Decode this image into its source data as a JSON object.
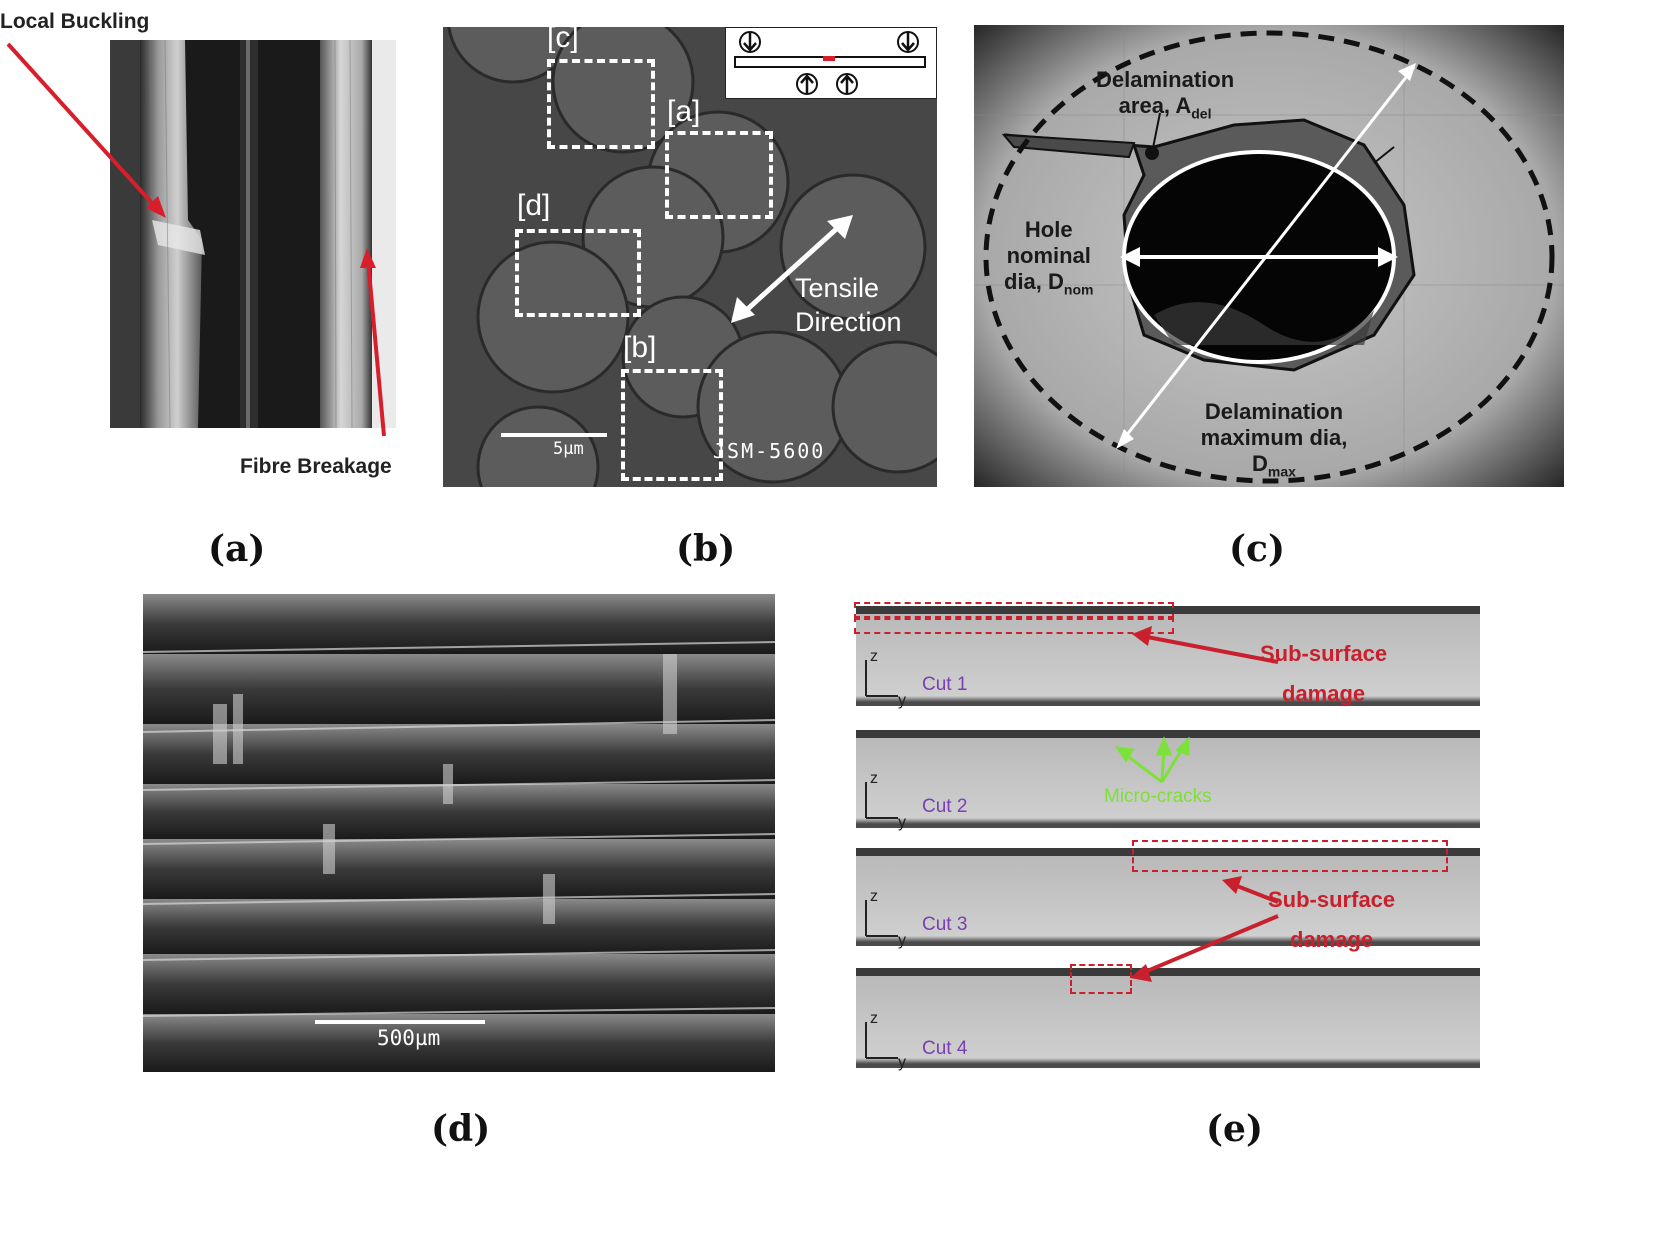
{
  "panels": {
    "a": {
      "label": "(a)",
      "annotations": {
        "local_buckling": "Local Buckling",
        "fibre_breakage": "Fibre Breakage"
      }
    },
    "b": {
      "label": "(b)",
      "boxes": [
        "[c]",
        "[a]",
        "[d]",
        "[b]"
      ],
      "tensile_line1": "Tensile",
      "tensile_line2": "Direction",
      "scale": "5µm",
      "instrument": "JSM-5600"
    },
    "c": {
      "label": "(c)",
      "delam_area_line1": "Delamination",
      "delam_area_line2": "area, A",
      "delam_area_sub": "del",
      "hole_line1": "Hole",
      "hole_line2": "nominal",
      "hole_line3": "dia, D",
      "hole_sub": "nom",
      "delam_max_line1": "Delamination",
      "delam_max_line2": "maximum dia,",
      "delam_max_line3": "D",
      "delam_max_sub": "max"
    },
    "d": {
      "label": "(d)",
      "scale": "500µm"
    },
    "e": {
      "label": "(e)",
      "cuts": [
        "Cut 1",
        "Cut 2",
        "Cut 3",
        "Cut 4"
      ],
      "axis_z": "z",
      "axis_y": "y",
      "subsurface_line1": "Sub-surface",
      "subsurface_line2": "damage",
      "microcracks": "Micro-cracks"
    }
  },
  "colors": {
    "arrow_red": "#d81e2a",
    "cut_label": "#7a3fb0",
    "damage_red": "#c8202c",
    "micro_green": "#7ee03a"
  }
}
